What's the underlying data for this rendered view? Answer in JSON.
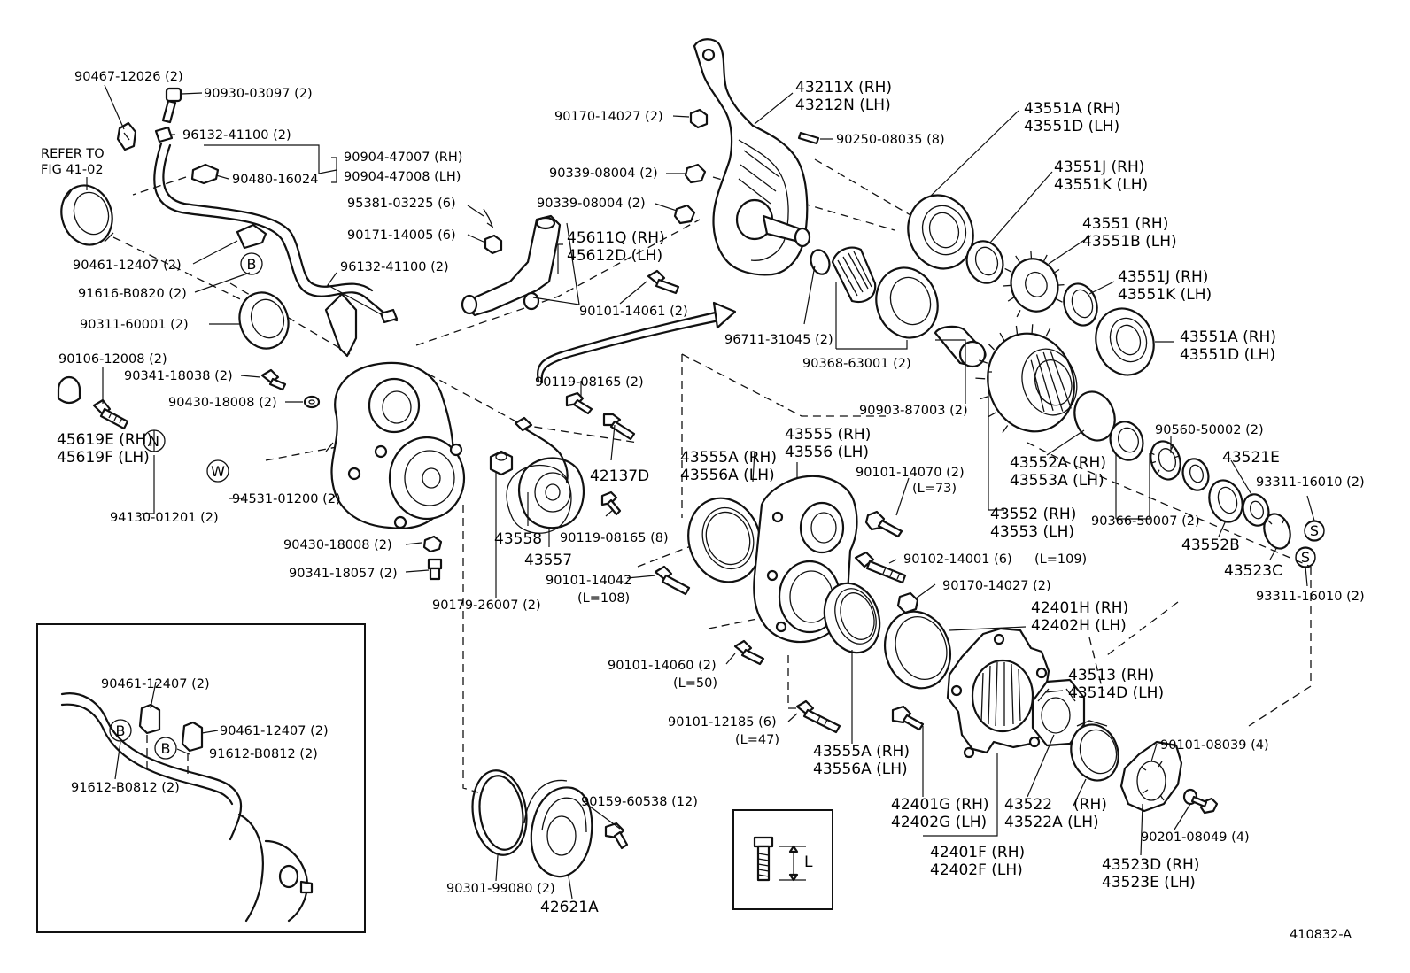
{
  "diagram": {
    "figure_id": "410832-A",
    "refer_note": [
      "REFER TO",
      "FIG 41-02"
    ],
    "dimension_letter": "L",
    "markers": {
      "b": "B",
      "n": "N",
      "w": "W",
      "s": "S"
    },
    "labels": {
      "p90467_12026": "90467-12026 (2)",
      "p90930_03097": "90930-03097 (2)",
      "p96132_41100a": "96132-41100 (2)",
      "p90904_47007": "90904-47007 (RH)",
      "p90904_47008": "90904-47008 (LH)",
      "p90480_16024": "90480-16024",
      "p90461_12407a": "90461-12407 (2)",
      "p91616_b0820": "91616-B0820 (2)",
      "p96132_41100b": "96132-41100 (2)",
      "p90311_60001": "90311-60001 (2)",
      "p90106_12008": "90106-12008 (2)",
      "p90341_18038": "90341-18038 (2)",
      "p90430_18008a": "90430-18008 (2)",
      "p45619e": "45619E (RH)",
      "p45619f": "45619F (LH)",
      "p94531_01200": "94531-01200 (2)",
      "p94130_01201": "94130-01201 (2)",
      "p90430_18008b": "90430-18008 (2)",
      "p90341_18057": "90341-18057 (2)",
      "p90179_26007": "90179-26007 (2)",
      "p95381_03225": "95381-03225 (6)",
      "p90171_14005": "90171-14005 (6)",
      "p45611q": "45611Q (RH)",
      "p45612d": "45612D (LH)",
      "p90101_14061": "90101-14061 (2)",
      "p90170_14027a": "90170-14027 (2)",
      "p90339_08004a": "90339-08004 (2)",
      "p90339_08004b": "90339-08004 (2)",
      "p43211x": "43211X (RH)",
      "p43212n": "43212N (LH)",
      "p90250_08035": "90250-08035 (8)",
      "p96711_31045": "96711-31045 (2)",
      "p90368_63001": "90368-63001 (2)",
      "p90119_08165a": "90119-08165 (2)",
      "p42137d": "42137D",
      "p43558": "43558",
      "p43557": "43557",
      "p90119_08165b": "90119-08165 (8)",
      "p43551a_t": "43551A (RH)",
      "p43551d_t": "43551D (LH)",
      "p43551j_t": "43551J (RH)",
      "p43551k_t": "43551K (LH)",
      "p43551": "43551   (RH)",
      "p43551b": "43551B (LH)",
      "p43551j_m": "43551J (RH)",
      "p43551k_m": "43551K (LH)",
      "p43551a_m": "43551A (RH)",
      "p43551d_m": "43551D (LH)",
      "p90903_87003": "90903-87003 (2)",
      "p90560_50002": "90560-50002 (2)",
      "p43552a": "43552A (RH)",
      "p43553a": "43553A (LH)",
      "p43521e": "43521E",
      "p93311_16010a": "93311-16010 (2)",
      "p43552": "43552 (RH)",
      "p43553": "43553 (LH)",
      "p90366_50007": "90366-50007 (2)",
      "p43552b": "43552B",
      "p43523c": "43523C",
      "p93311_16010b": "93311-16010 (2)",
      "p43555a_t": "43555A (RH)",
      "p43556a_t": "43556A (LH)",
      "p43555": "43555 (RH)",
      "p43556": "43556 (LH)",
      "p90101_14070": "90101-14070 (2)",
      "p90101_14070_len": "(L=73)",
      "p90102_14001": "90102-14001 (6)",
      "p90102_14001_len": "(L=109)",
      "p90101_14042": "90101-14042",
      "p90101_14042_len": "(L=108)",
      "p90170_14027b": "90170-14027 (2)",
      "p42401h": "42401H (RH)",
      "p42402h": "42402H (LH)",
      "p90101_14060": "90101-14060 (2)",
      "p90101_14060_len": "(L=50)",
      "p43513": "43513   (RH)",
      "p43514d": "43514D (LH)",
      "p90101_12185": "90101-12185 (6)",
      "p90101_12185_len": "(L=47)",
      "p43555a_b": "43555A (RH)",
      "p43556a_b": "43556A (LH)",
      "p90101_08039": "90101-08039 (4)",
      "p42401g": "42401G (RH)",
      "p42402g": "42402G (LH)",
      "p43522_rh": "(RH)",
      "p43522": "43522",
      "p43522a": "43522A (LH)",
      "p90201_08049": "90201-08049 (4)",
      "p42401f": "42401F (RH)",
      "p42402f": "42402F (LH)",
      "p43523d": "43523D (RH)",
      "p43523e": "43523E (LH)",
      "p90159_60538": "90159-60538 (12)",
      "p90301_99080": "90301-99080 (2)",
      "p42621a": "42621A",
      "inset_90461_a": "90461-12407 (2)",
      "inset_90461_b": "90461-12407 (2)",
      "inset_91612_a": "91612-B0812 (2)",
      "inset_91612_b": "91612-B0812 (2)"
    }
  }
}
